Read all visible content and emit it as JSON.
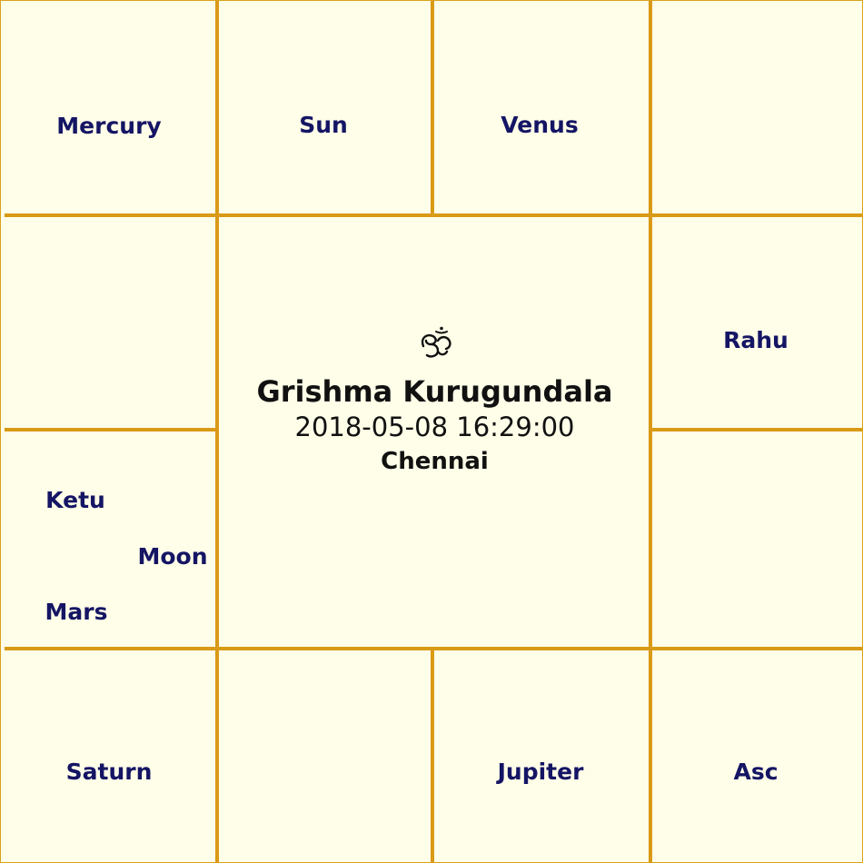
{
  "symbol": {
    "name": "om-icon"
  },
  "center": {
    "name": "Grishma Kurugundala",
    "datetime": "2018-05-08 16:29:00",
    "place": "Chennai"
  },
  "houses": {
    "top_left": [
      "Mercury"
    ],
    "top_2": [
      "Sun"
    ],
    "top_3": [
      "Venus"
    ],
    "top_right": [],
    "left_2": [],
    "left_3": [
      "Ketu",
      "Moon",
      "Mars"
    ],
    "right_2": [
      "Rahu"
    ],
    "right_3": [],
    "bottom_left": [
      "Saturn"
    ],
    "bottom_2": [],
    "bottom_3": [
      "Jupiter"
    ],
    "bottom_right": [
      "Asc"
    ]
  },
  "colors": {
    "background": "#fffee8",
    "grid": "#d99a16",
    "planet_text": "#151565",
    "center_text": "#111111"
  }
}
